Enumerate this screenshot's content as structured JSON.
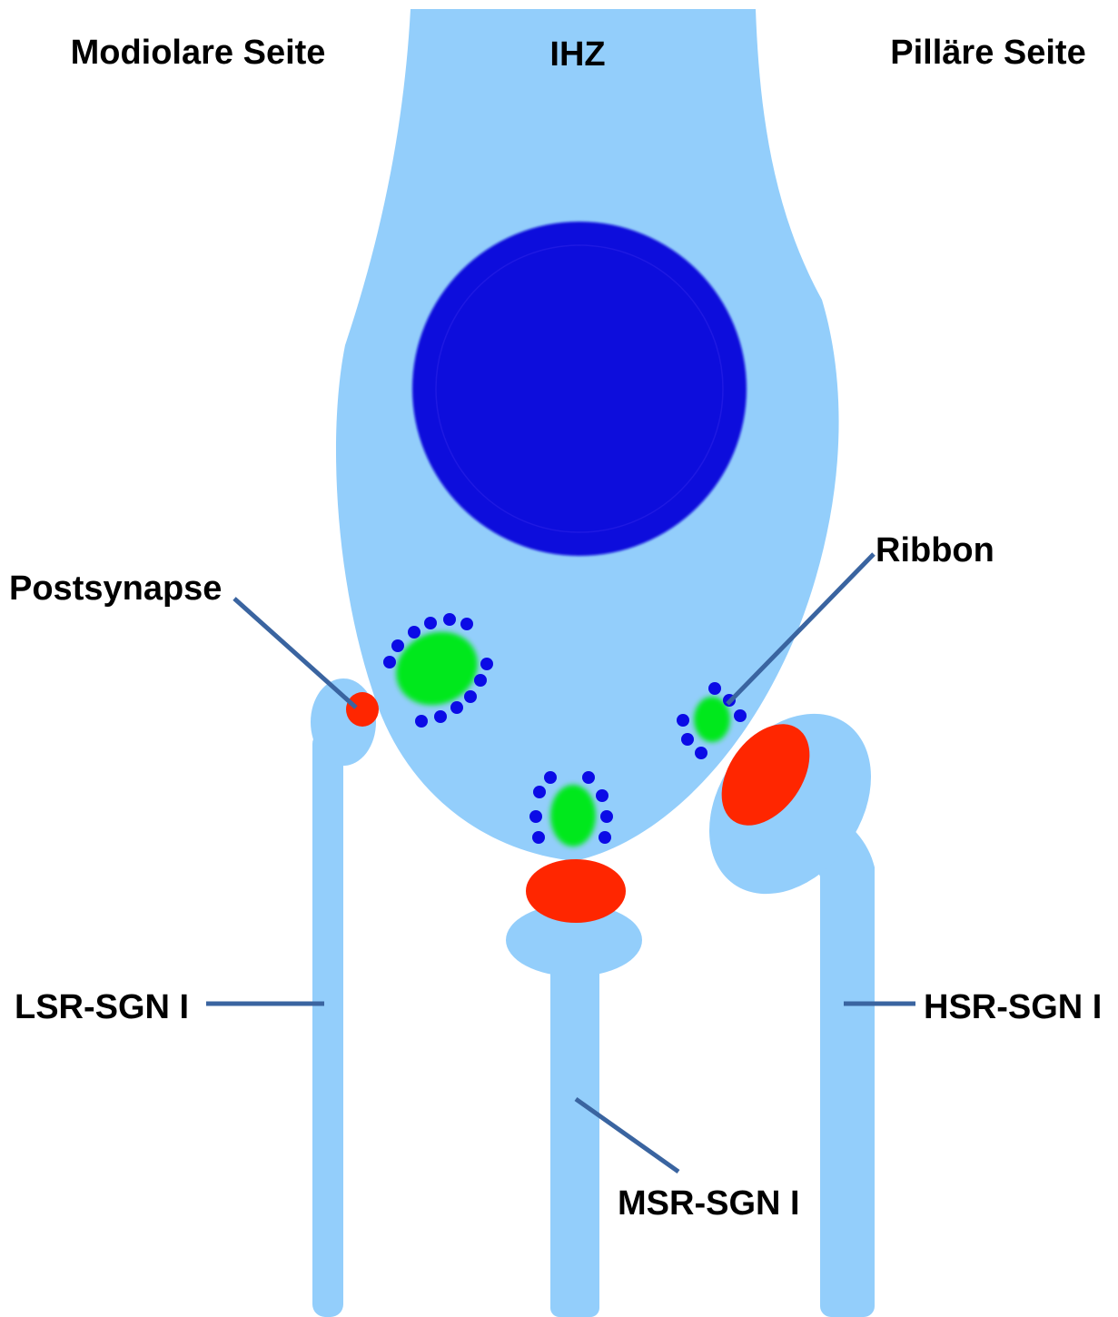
{
  "labels": {
    "modiolar_side": "Modiolare Seite",
    "ihc": "IHZ",
    "pillar_side": "Pilläre Seite",
    "ribbon": "Ribbon",
    "postsynapse": "Postsynapse",
    "lsr": "LSR-SGN I",
    "hsr": "HSR-SGN I",
    "msr": "MSR-SGN I"
  },
  "colors": {
    "cell": "#93cefb",
    "nucleus": "#1008dc",
    "ribbon": "#00e81a",
    "vesicle": "#0b0be6",
    "postsynapse": "#ff2600",
    "leader_line": "#3a64a0"
  }
}
